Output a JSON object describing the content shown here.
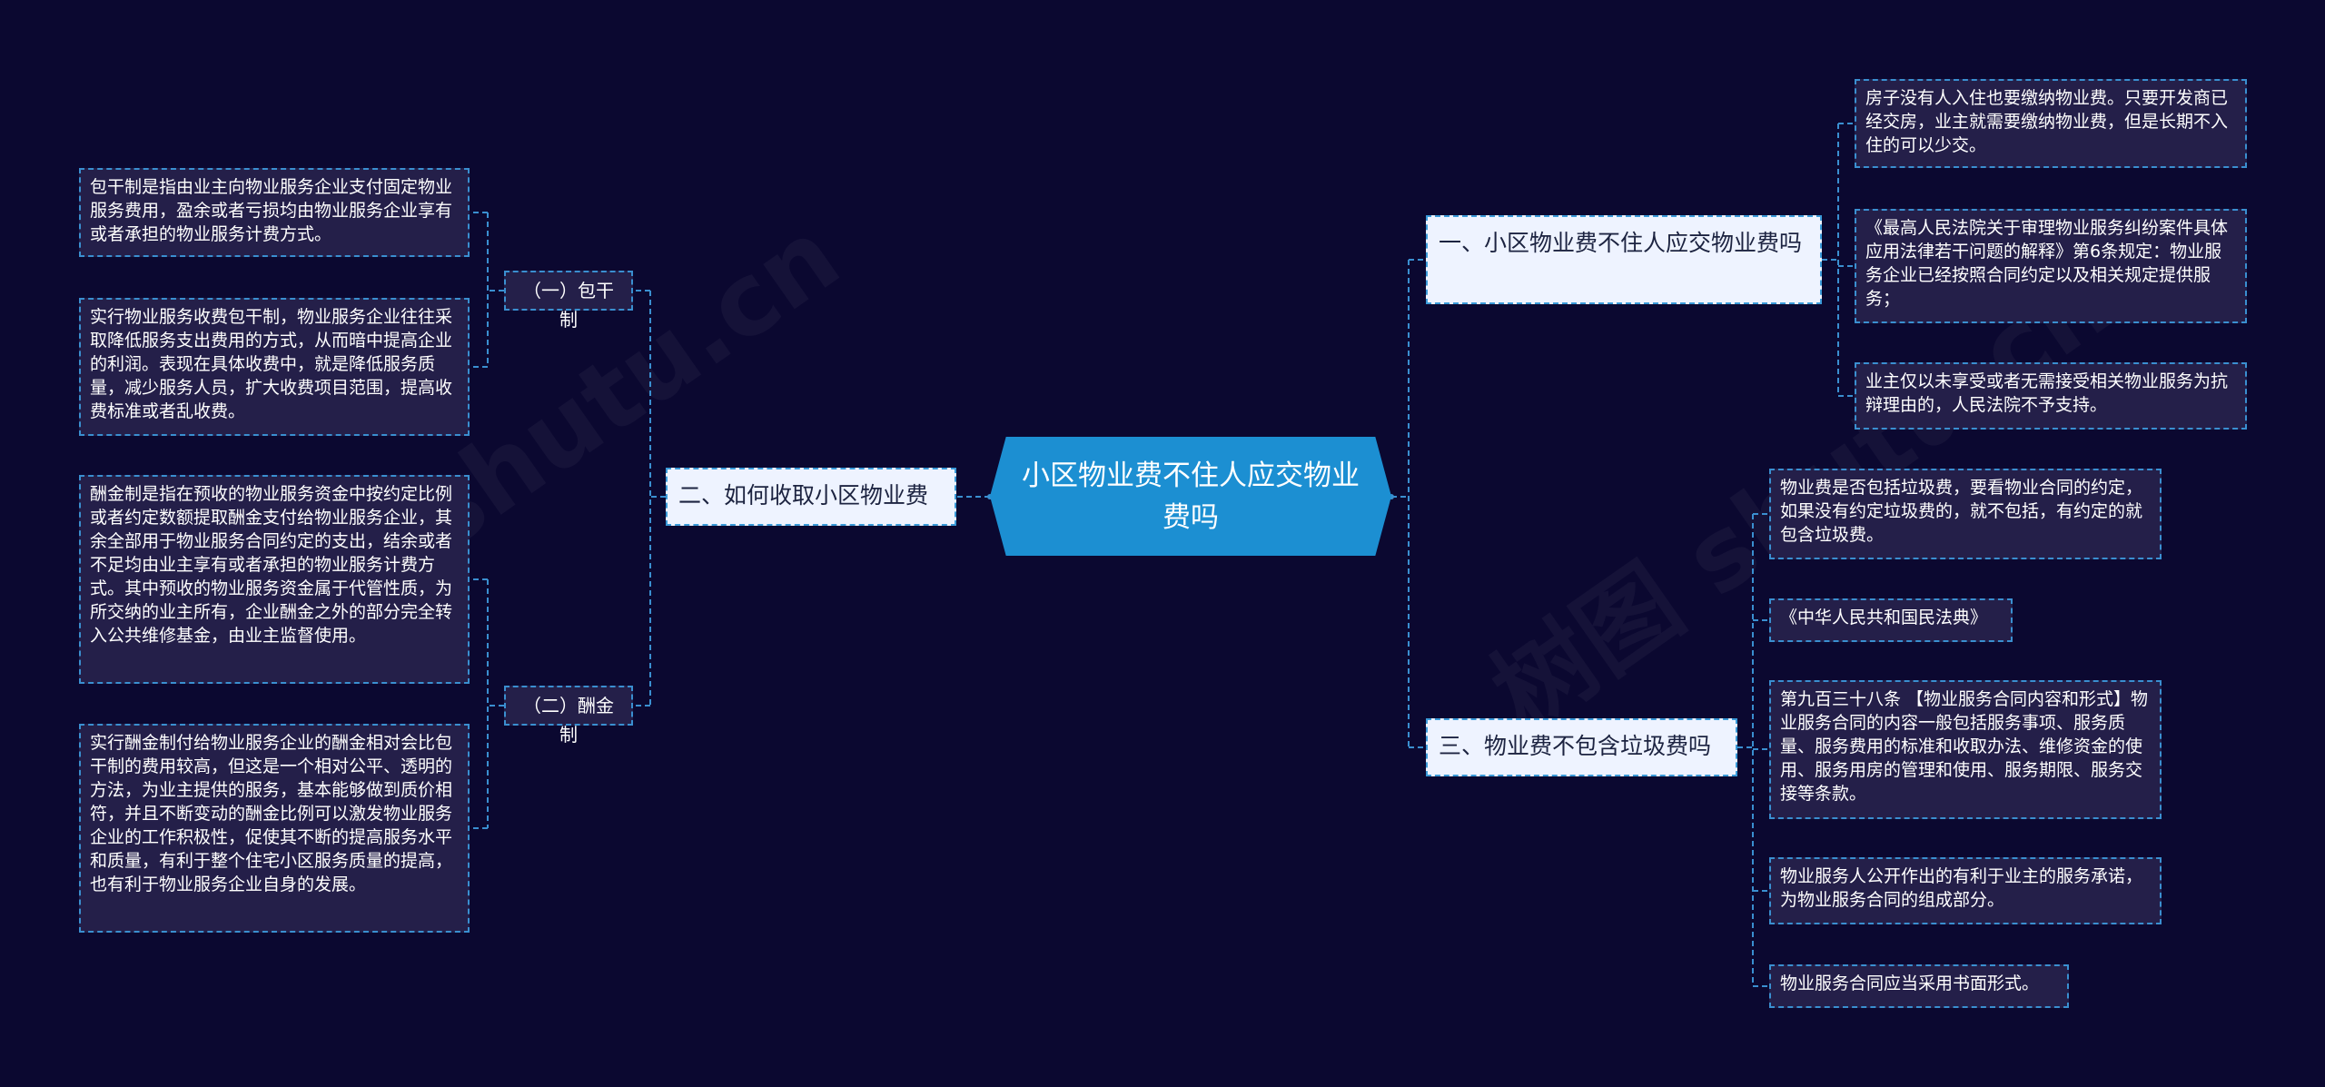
{
  "watermarks": [
    "shutu.cn",
    "树图 shutu.cn"
  ],
  "root": {
    "label": "小区物业费不住人应交物业费吗"
  },
  "left": {
    "branch": {
      "label": "二、如何收取小区物业费"
    },
    "groups": [
      {
        "label": "（一）包干制",
        "leaves": [
          "包干制是指由业主向物业服务企业支付固定物业服务费用，盈余或者亏损均由物业服务企业享有或者承担的物业服务计费方式。",
          "实行物业服务收费包干制，物业服务企业往往采取降低服务支出费用的方式，从而暗中提高企业的利润。表现在具体收费中，就是降低服务质量，减少服务人员，扩大收费项目范围，提高收费标准或者乱收费。"
        ]
      },
      {
        "label": "（二）酬金制",
        "leaves": [
          "酬金制是指在预收的物业服务资金中按约定比例或者约定数额提取酬金支付给物业服务企业，其余全部用于物业服务合同约定的支出，结余或者不足均由业主享有或者承担的物业服务计费方式。其中预收的物业服务资金属于代管性质，为所交纳的业主所有，企业酬金之外的部分完全转入公共维修基金，由业主监督使用。",
          "实行酬金制付给物业服务企业的酬金相对会比包干制的费用较高，但这是一个相对公平、透明的方法，为业主提供的服务，基本能够做到质价相符，并且不断变动的酬金比例可以激发物业服务企业的工作积极性，促使其不断的提高服务水平和质量，有利于整个住宅小区服务质量的提高，也有利于物业服务企业自身的发展。"
        ]
      }
    ]
  },
  "right": [
    {
      "label": "一、小区物业费不住人应交物业费吗",
      "leaves": [
        "房子没有人入住也要缴纳物业费。只要开发商已经交房，业主就需要缴纳物业费，但是长期不入住的可以少交。",
        "《最高人民法院关于审理物业服务纠纷案件具体应用法律若干问题的解释》第6条规定：物业服务企业已经按照合同约定以及相关规定提供服务；",
        "业主仅以未享受或者无需接受相关物业服务为抗辩理由的，人民法院不予支持。"
      ]
    },
    {
      "label": "三、物业费不包含垃圾费吗",
      "leaves": [
        "物业费是否包括垃圾费，要看物业合同的约定，如果没有约定垃圾费的，就不包括，有约定的就包含垃圾费。",
        "《中华人民共和国民法典》",
        "第九百三十八条 【物业服务合同内容和形式】物业服务合同的内容一般包括服务事项、服务质量、服务费用的标准和收取办法、维修资金的使用、服务用房的管理和使用、服务期限、服务交接等条款。",
        "物业服务人公开作出的有利于业主的服务承诺，为物业服务合同的组成部分。",
        "物业服务合同应当采用书面形式。"
      ]
    }
  ],
  "colors": {
    "background": "#0b0830",
    "root_fill": "#1c8fd2",
    "branch_fill": "#eef3ff",
    "leaf_fill": "#241f49",
    "connector": "#3a8fd0"
  }
}
